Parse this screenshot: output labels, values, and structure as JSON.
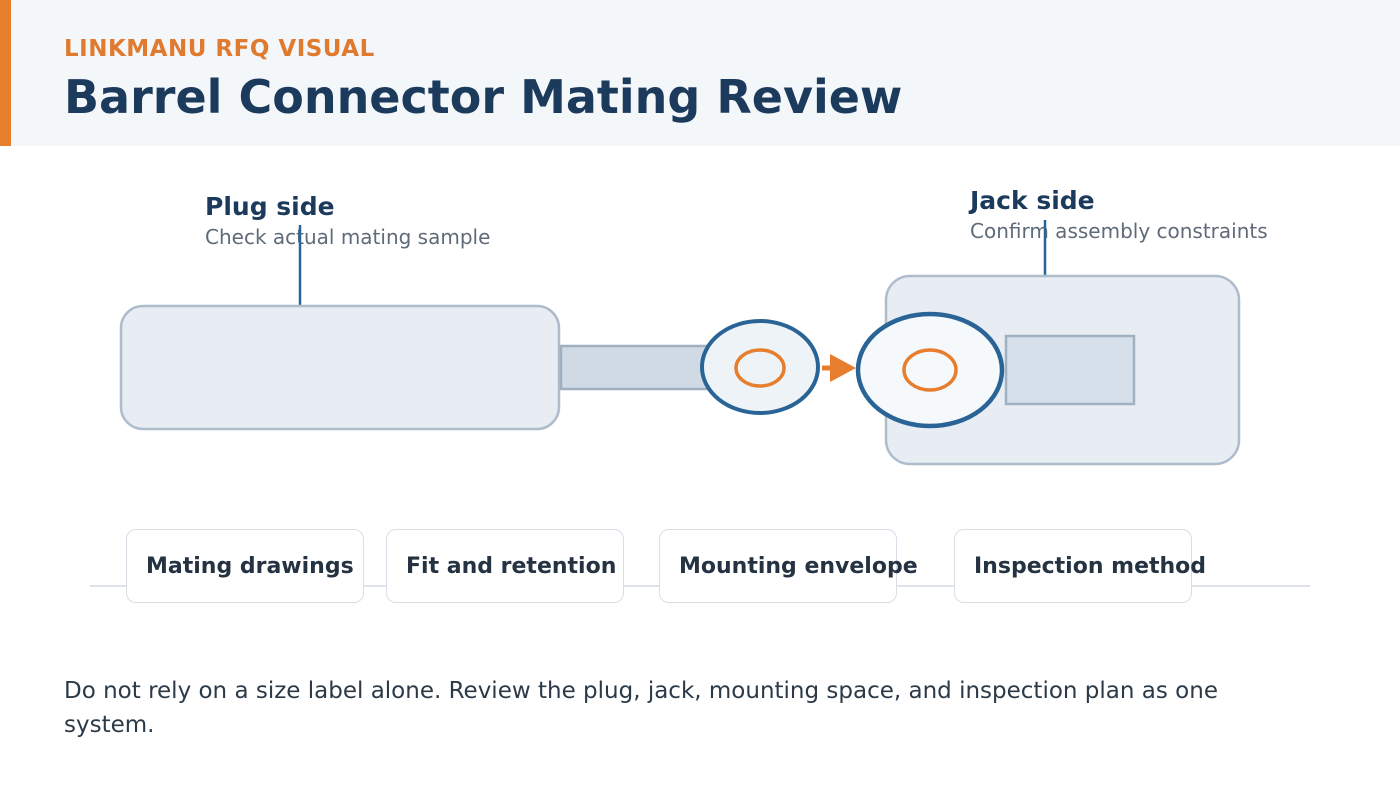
{
  "header": {
    "eyebrow": "LINKMANU RFQ VISUAL",
    "title": "Barrel Connector Mating Review"
  },
  "labels": {
    "plug": {
      "title": "Plug side",
      "subtitle": "Check actual mating sample"
    },
    "jack": {
      "title": "Jack side",
      "subtitle": "Confirm assembly constraints"
    }
  },
  "checklist": [
    "Mating drawings",
    "Fit and retention",
    "Mounting envelope",
    "Inspection method"
  ],
  "note": "Do not rely on a size label alone. Review the plug, jack, mounting space, and inspection plan as one system.",
  "colors": {
    "accent": "#e67e2e",
    "navy": "#1b3a5c",
    "ring_blue": "#2a6496",
    "body_fill": "#e8edf4",
    "body_stroke": "#aebccb"
  },
  "icons": {
    "mating_arrow": "right-arrow-icon"
  }
}
